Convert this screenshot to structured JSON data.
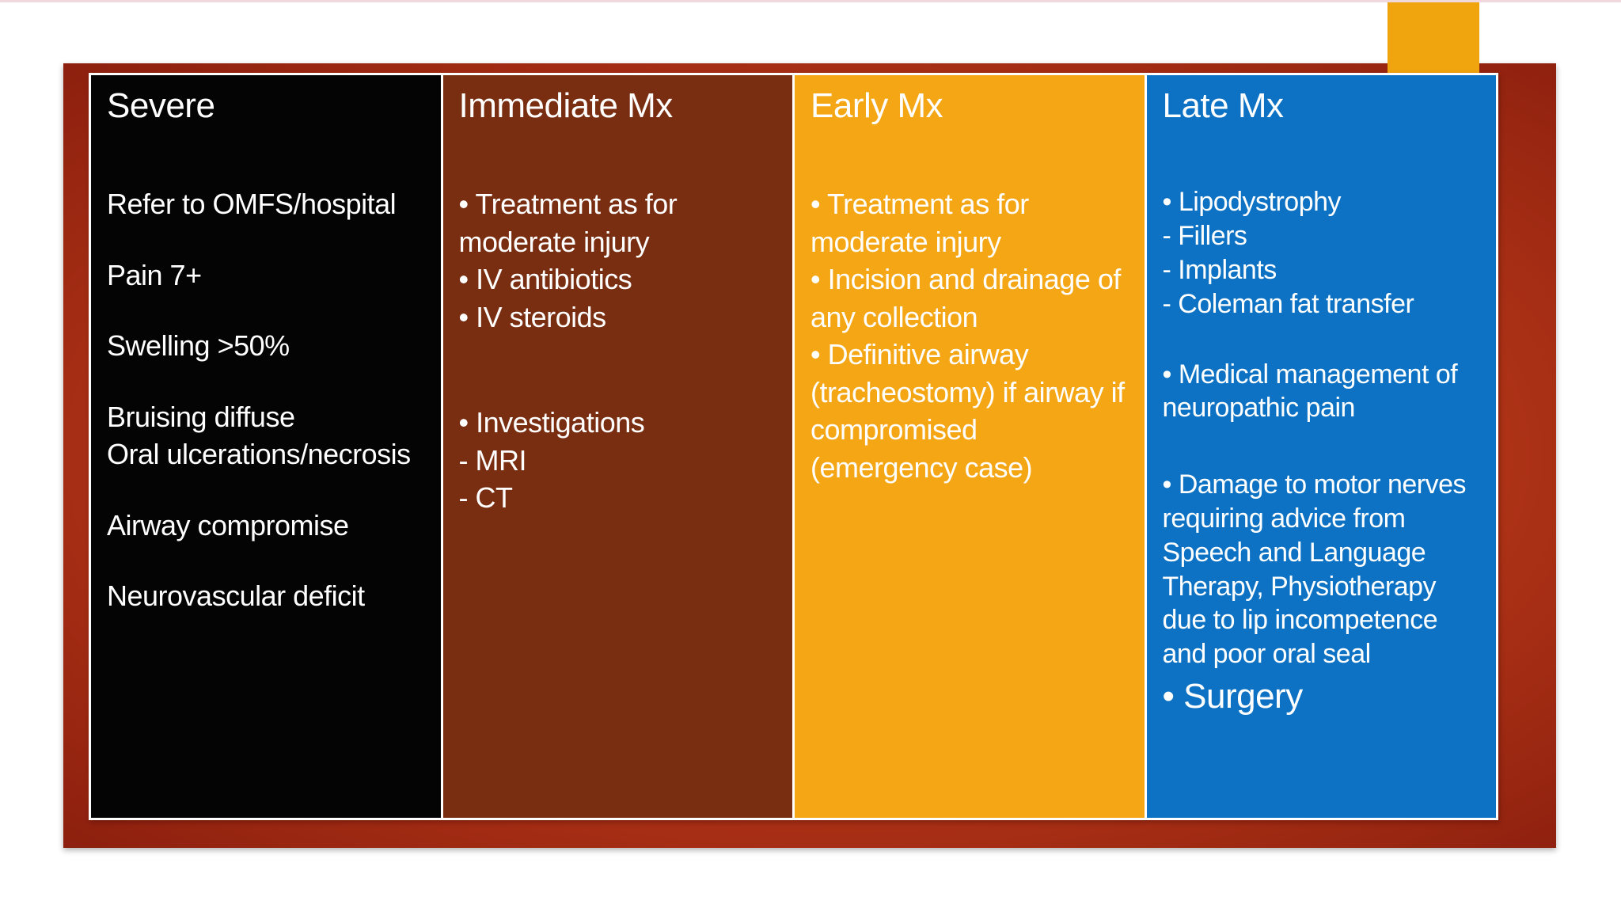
{
  "slide": {
    "background_color": "#ffffff",
    "top_strip_color": "#f0d9dd",
    "frame_color_dark": "#8c1f0e",
    "frame_color_bright": "#c8401f",
    "corner_tab_color": "#f0a40e",
    "table_border_color": "#ffffff",
    "text_color": "#ffffff"
  },
  "table": {
    "columns": [
      {
        "header": "Severe",
        "bg": "#040404",
        "items": [
          {
            "text": "Refer to OMFS/hospital"
          },
          {
            "text": "Pain 7+"
          },
          {
            "text": "Swelling >50%"
          },
          {
            "text": "Bruising diffuse\nOral ulcerations/necrosis"
          },
          {
            "text": "Airway compromise"
          },
          {
            "text": "Neurovascular deficit"
          }
        ]
      },
      {
        "header": "Immediate Mx",
        "bg": "#7a2e11",
        "items": [
          {
            "text": "• Treatment as for moderate injury"
          },
          {
            "text": "• IV antibiotics"
          },
          {
            "text": "• IV steroids"
          },
          {
            "text": "• Investigations"
          },
          {
            "text": "- MRI"
          },
          {
            "text": "- CT"
          }
        ]
      },
      {
        "header": "Early Mx",
        "bg": "#f4a614",
        "items": [
          {
            "text": "• Treatment as for moderate injury"
          },
          {
            "text": "• Incision and drainage of any collection"
          },
          {
            "text": "• Definitive airway (tracheostomy) if airway if compromised (emergency case)"
          }
        ]
      },
      {
        "header": "Late Mx",
        "bg": "#0d72c4",
        "items": [
          {
            "text": "• Lipodystrophy"
          },
          {
            "text": "- Fillers"
          },
          {
            "text": "- Implants"
          },
          {
            "text": "- Coleman fat transfer"
          },
          {
            "text": "• Medical management of neuropathic pain"
          },
          {
            "text": "• Damage to motor nerves requiring advice from Speech and Language Therapy, Physiotherapy due to lip incompetence and poor oral seal"
          },
          {
            "text": "• Surgery"
          }
        ]
      }
    ]
  }
}
